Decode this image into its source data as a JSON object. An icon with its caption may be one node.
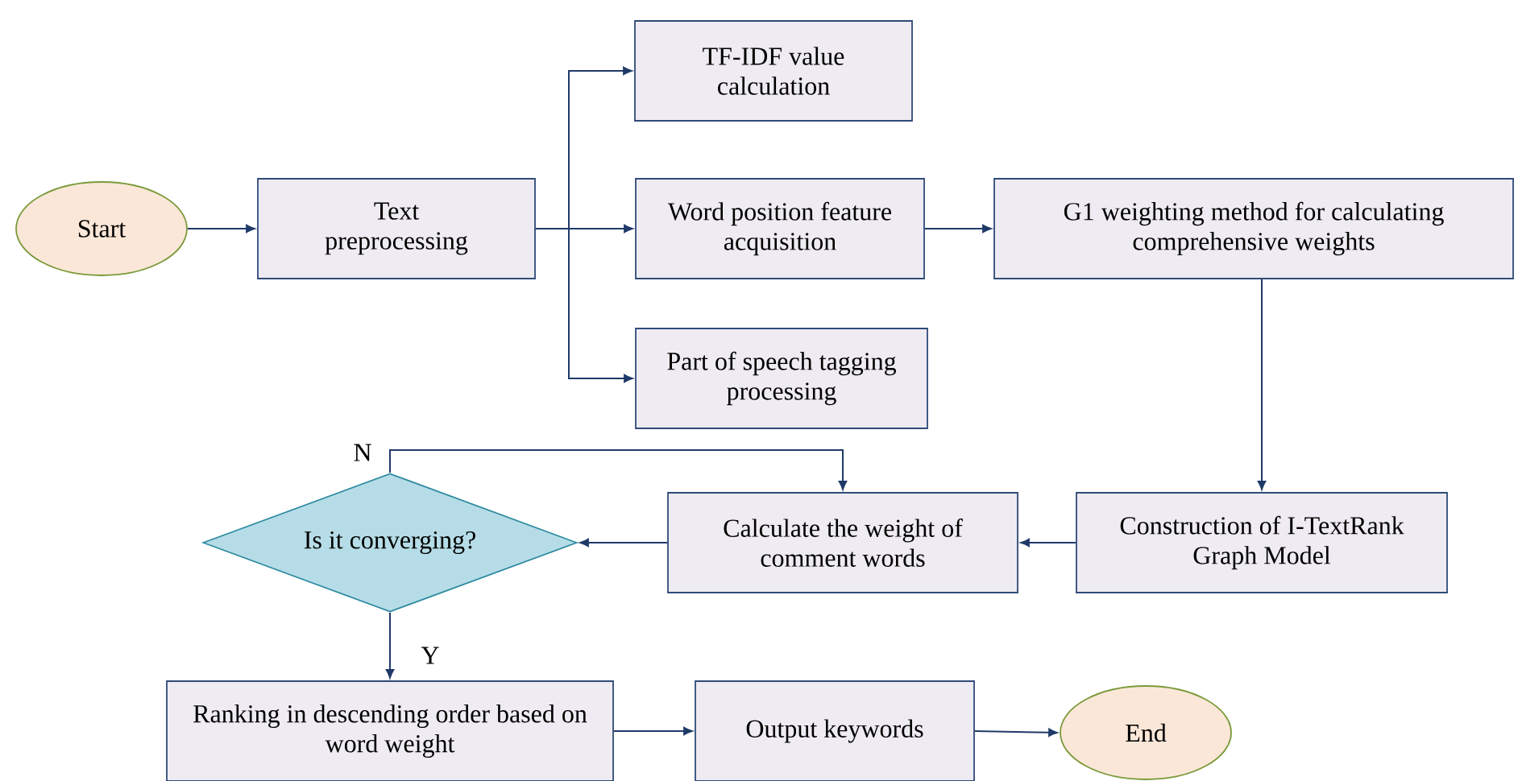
{
  "diagram": {
    "nodes": [
      {
        "text": [
          "Start"
        ]
      },
      {
        "text": [
          "Text preprocessing"
        ]
      },
      {
        "text": [
          "TF-IDF value calculation"
        ]
      },
      {
        "text": [
          "Word position feature acquisition"
        ]
      },
      {
        "text": [
          "Part of speech tagging processing"
        ]
      },
      {
        "text": [
          "G1 weighting method for calculating comprehensive weights"
        ]
      },
      {
        "text": [
          "Construction of I-TextRank Graph Model"
        ]
      },
      {
        "text": [
          "Calculate the weight of comment words"
        ]
      },
      {
        "text": [
          "Is it converging?"
        ]
      },
      {
        "text": [
          "Ranking in descending order based on word weight"
        ]
      },
      {
        "text": [
          "Output keywords"
        ]
      },
      {
        "text": [
          "End"
        ]
      }
    ],
    "edges": [
      {
        "from": 0,
        "to": 1,
        "arrow": "to"
      },
      {
        "from": 1,
        "to": 2,
        "arrow": "to"
      },
      {
        "from": 1,
        "to": 3,
        "arrow": "to"
      },
      {
        "from": 1,
        "to": 4,
        "arrow": "to"
      },
      {
        "from": 3,
        "to": 5,
        "arrow": "to"
      },
      {
        "from": 5,
        "to": 6,
        "arrow": "to"
      },
      {
        "from": 6,
        "to": 7,
        "arrow": "to"
      },
      {
        "from": 7,
        "to": 8,
        "arrow": "to"
      },
      {
        "from": 8,
        "to": 7,
        "arrow": "to",
        "label": "N"
      },
      {
        "from": 8,
        "to": 9,
        "arrow": "to",
        "label": "Y"
      },
      {
        "from": 9,
        "to": 10,
        "arrow": "to"
      },
      {
        "from": 10,
        "to": 11,
        "arrow": "to"
      }
    ]
  }
}
